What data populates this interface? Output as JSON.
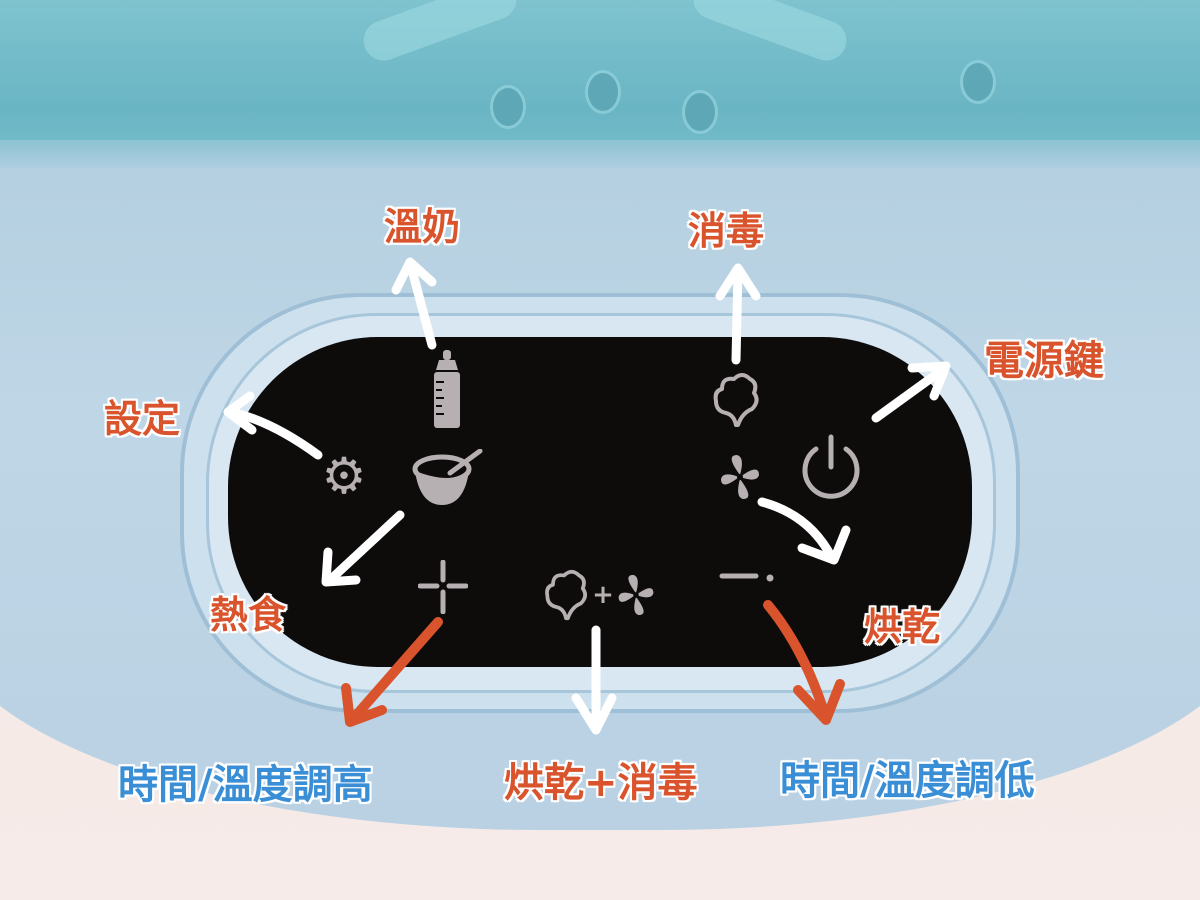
{
  "scene": {
    "subject": "Bottle sterilizer touch control panel",
    "colors": {
      "panel": "#0e0b0b",
      "icon": "#b7b0b3",
      "label_orange": "#d9542d",
      "label_blue": "#3a8ed6",
      "arrow_white": "#ffffff",
      "arrow_orange": "#d9542d",
      "body": "#bfd6e6",
      "lid": "#6ab5c4"
    }
  },
  "buttons": {
    "settings": {
      "icon": "gear-icon",
      "glyph": "⚙",
      "label": "設定"
    },
    "warm_milk": {
      "icon": "bottle-icon",
      "label": "溫奶"
    },
    "heat_food": {
      "icon": "bowl-icon",
      "label": "熱食"
    },
    "sterilize": {
      "icon": "steam-cloud-icon",
      "label": "消毒"
    },
    "dry": {
      "icon": "fan-icon",
      "label": "烘乾"
    },
    "power": {
      "icon": "power-icon",
      "label": "電源鍵"
    },
    "increase": {
      "icon": "plus-icon",
      "glyph": "+",
      "label": "時間/溫度調高"
    },
    "dry_sterilize": {
      "icon": "steam-plus-fan-icon",
      "plus": "+",
      "label": "烘乾+消毒"
    },
    "decrease": {
      "icon": "minus-icon",
      "glyph": "−",
      "label": "時間/溫度調低"
    }
  }
}
